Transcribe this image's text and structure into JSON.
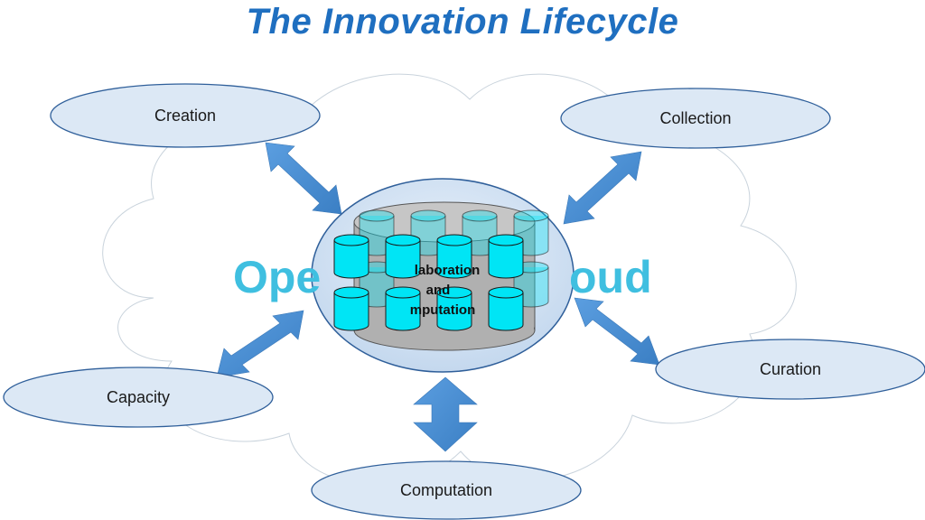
{
  "title": "The Innovation Lifecycle",
  "cloud_label_left": "Ope",
  "cloud_label_right": "oud",
  "core": {
    "line1": "laboration",
    "line2": "and",
    "line3": "mputation"
  },
  "nodes": {
    "creation": "Creation",
    "collection": "Collection",
    "curation": "Curation",
    "computation": "Computation",
    "capacity": "Capacity"
  },
  "colors": {
    "title": "#1f6fc0",
    "cloud_text": "#3fbfe0",
    "ellipse_fill": "#dce8f5",
    "ellipse_stroke": "#2f5f9a",
    "arrow": "#4a8fd4",
    "cylinder": "#00e5f5",
    "platter": "#b0b0b0"
  }
}
